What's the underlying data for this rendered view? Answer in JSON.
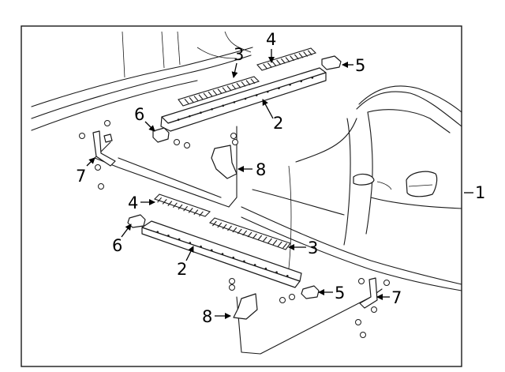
{
  "callouts": [
    {
      "id": "callout-1",
      "label": "1"
    },
    {
      "id": "callout-2-upper",
      "label": "2"
    },
    {
      "id": "callout-2-lower",
      "label": "2"
    },
    {
      "id": "callout-3-upper",
      "label": "3"
    },
    {
      "id": "callout-3-lower",
      "label": "3"
    },
    {
      "id": "callout-4-upper",
      "label": "4"
    },
    {
      "id": "callout-4-lower",
      "label": "4"
    },
    {
      "id": "callout-5-upper",
      "label": "5"
    },
    {
      "id": "callout-5-lower",
      "label": "5"
    },
    {
      "id": "callout-6-upper",
      "label": "6"
    },
    {
      "id": "callout-6-lower",
      "label": "6"
    },
    {
      "id": "callout-7-left",
      "label": "7"
    },
    {
      "id": "callout-7-right",
      "label": "7"
    },
    {
      "id": "callout-8-upper",
      "label": "8"
    },
    {
      "id": "callout-8-lower",
      "label": "8"
    }
  ]
}
